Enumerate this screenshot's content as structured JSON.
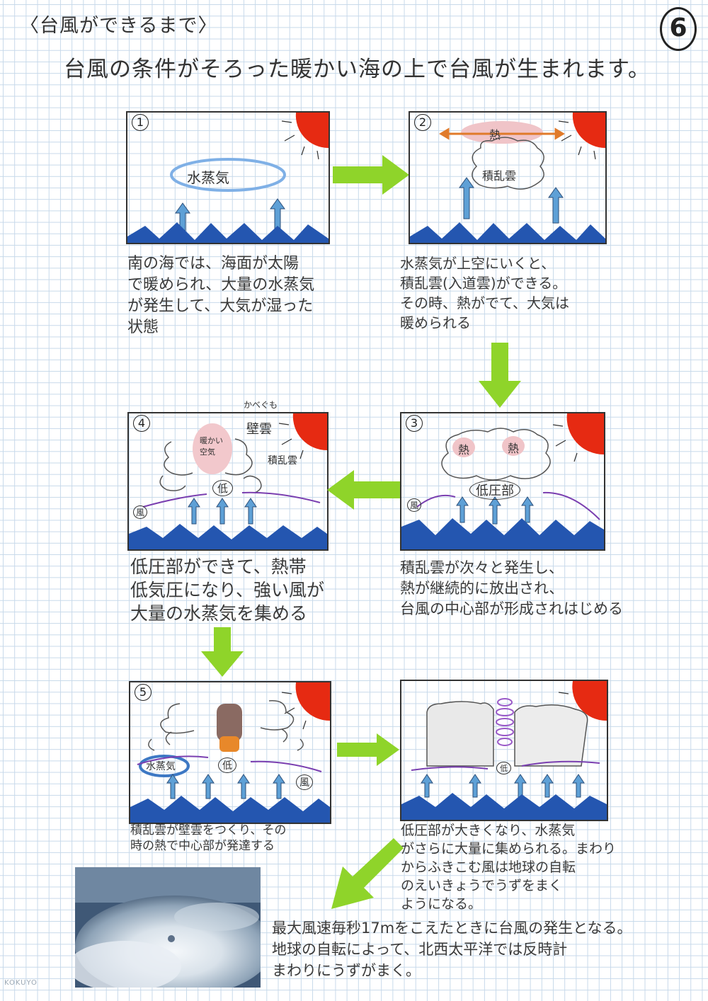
{
  "header": {
    "title": "〈台風ができるまで〉",
    "page_number": "6",
    "subtitle": "台風の条件がそろった暖かい海の上で台風が生まれます。"
  },
  "panels": {
    "p1": {
      "number": "1",
      "cloud_label": "水蒸気",
      "caption": "南の海では、海面が太陽\nで暖められ、大量の水蒸気\nが発生して、大気が湿った\n状態"
    },
    "p2": {
      "number": "2",
      "heat_label": "熱",
      "cloud_label": "積乱雲",
      "caption": "水蒸気が上空にいくと、\n積乱雲(入道雲)ができる。\nその時、熱がでて、大気は\n暖められる"
    },
    "p3": {
      "number": "3",
      "heat_label_left": "熱",
      "heat_label_right": "熱",
      "low_label": "低圧部",
      "wind_label": "風",
      "caption": "積乱雲が次々と発生し、\n熱が継続的に放出され、\n台風の中心部が形成されはじめる"
    },
    "p4": {
      "number": "4",
      "eyewall_reading": "かべぐも",
      "eyewall_label": "壁雲",
      "center_label": "暖かい空気",
      "cumulonimbus_label": "積乱雲",
      "low_label": "低",
      "wind_label": "風",
      "caption": "低圧部ができて、熱帯\n低気圧になり、強い風が\n大量の水蒸気を集める"
    },
    "p5": {
      "number": "5",
      "vapor_label": "水蒸気",
      "low_label": "低",
      "wind_label": "風",
      "caption": "積乱雲が壁雲をつくり、その\n時の熱で中心部が発達する"
    },
    "p6": {
      "low_label": "低",
      "caption": "低圧部が大きくなり、水蒸気\nがさらに大量に集められる。まわり\nからふきこむ風は地球の自転\nのえいきょうでうずをまく\nようになる。"
    }
  },
  "footer": {
    "caption": "最大風速毎秒17mをこえたときに台風の発生となる。\n地球の自転によって、北西太平洋では反時計\nまわりにうずがまく。",
    "brand": "KOKUYO"
  },
  "colors": {
    "sea": "#2456b0",
    "sun": "#e62a12",
    "arrow": "#8fd42a",
    "wind": "#7a3fb0",
    "vapor": "#3d78c4",
    "heat": "#e2a0a8"
  }
}
